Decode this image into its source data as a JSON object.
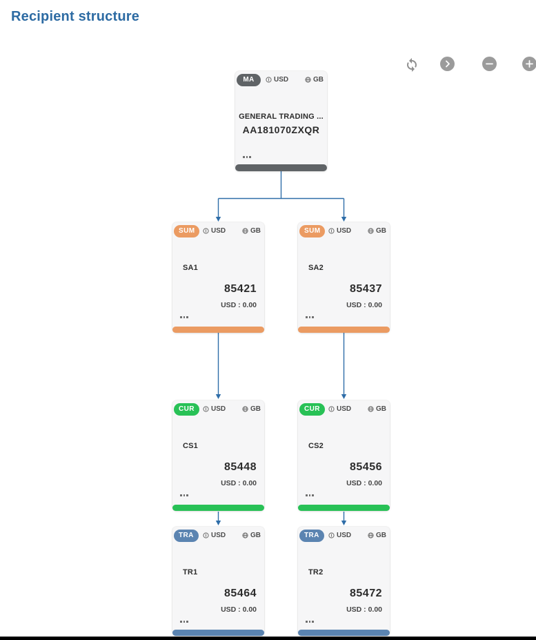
{
  "header": {
    "title": "Recipient structure"
  },
  "toolbar": {
    "refresh_icon": "sync-icon",
    "next_icon": "chevron-right-icon",
    "zoom_out_icon": "minus-icon",
    "zoom_in_icon": "plus-icon"
  },
  "colors": {
    "title": "#2d6ba3",
    "connector": "#2e6da8",
    "ma": "#5f6366",
    "sum": "#eb9b62",
    "cur": "#28c156",
    "tra": "#5b84b1",
    "toolbar_gray": "#9b9b9b",
    "card_bg": "#f6f6f7"
  },
  "tree": {
    "root": {
      "badge": "MA",
      "currency": "USD",
      "country": "GB",
      "name": "GENERAL TRADING ...",
      "account_number": "AA181070ZXQR"
    },
    "nodes": [
      {
        "badge": "SUM",
        "currency": "USD",
        "country": "GB",
        "name": "SA1",
        "number": "85421",
        "balance": "USD : 0.00"
      },
      {
        "badge": "SUM",
        "currency": "USD",
        "country": "GB",
        "name": "SA2",
        "number": "85437",
        "balance": "USD : 0.00"
      },
      {
        "badge": "CUR",
        "currency": "USD",
        "country": "GB",
        "name": "CS1",
        "number": "85448",
        "balance": "USD : 0.00"
      },
      {
        "badge": "CUR",
        "currency": "USD",
        "country": "GB",
        "name": "CS2",
        "number": "85456",
        "balance": "USD : 0.00"
      },
      {
        "badge": "TRA",
        "currency": "USD",
        "country": "GB",
        "name": "TR1",
        "number": "85464",
        "balance": "USD : 0.00"
      },
      {
        "badge": "TRA",
        "currency": "USD",
        "country": "GB",
        "name": "TR2",
        "number": "85472",
        "balance": "USD : 0.00"
      }
    ]
  }
}
